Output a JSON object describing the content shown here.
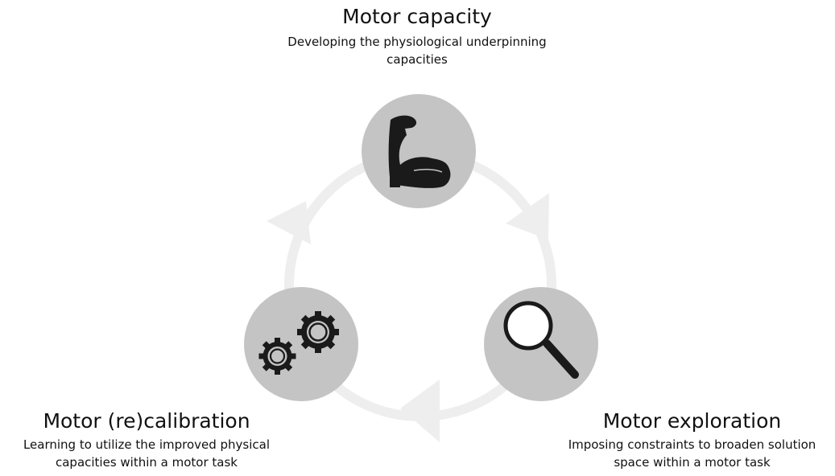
{
  "nodes": {
    "capacity": {
      "title": "Motor capacity",
      "line1": "Developing the physiological underpinning",
      "line2": "capacities",
      "icon": "flexed-arm-icon"
    },
    "exploration": {
      "title": "Motor exploration",
      "line1": "Imposing constraints to broaden solution",
      "line2": "space within a motor task",
      "icon": "magnifying-glass-icon"
    },
    "calibration": {
      "title": "Motor (re)calibration",
      "line1": "Learning to utilize the improved physical",
      "line2": "capacities within a motor task",
      "icon": "gears-icon"
    }
  },
  "colors": {
    "circle_fill": "#c4c4c4",
    "cycle_ring": "#eeeeee",
    "icon": "#1a1a1a",
    "text": "#111111"
  }
}
